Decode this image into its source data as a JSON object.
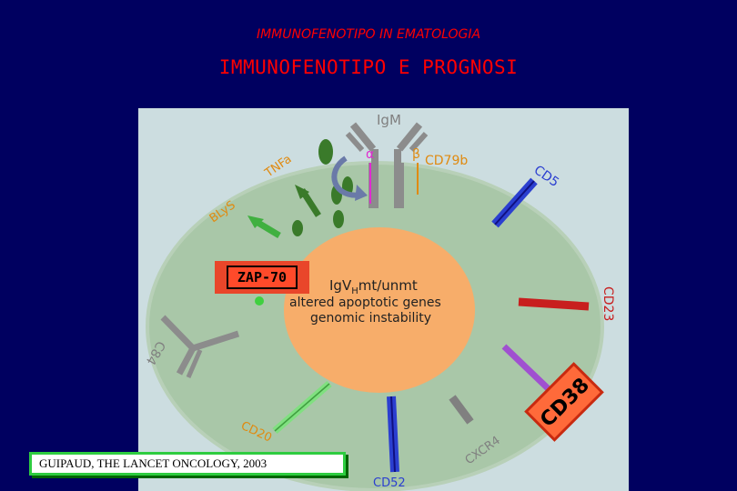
{
  "header": {
    "supertitle": "IMMUNOFENOTIPO IN EMATOLOGIA",
    "title": "IMMUNOFENOTIPO E PROGNOSI"
  },
  "diagram": {
    "labels": {
      "igm": "IgM",
      "alpha": "α",
      "beta": "β",
      "cd79b": "CD79b",
      "tnfa": "TNFa",
      "blys": "BLyS",
      "cd5": "CD5",
      "cd23": "CD23",
      "cd38": "CD38",
      "cxcr4": "CXCR4",
      "cd52": "CD52",
      "cd20": "CD20",
      "c84": "C84",
      "zap70": "ZAP-70"
    },
    "nucleus_text": {
      "line1_main": "IgV",
      "line1_sub": "H",
      "line1_rest": "mt/unmt",
      "line2": "altered apoptotic genes",
      "line3": "genomic instability"
    },
    "colors": {
      "background": "#000060",
      "title_red": "#ff0000",
      "panel": "#ccdde0",
      "cell": "#9fbf9f",
      "nucleus": "#f7ad6a",
      "cd5": "#2b3fd0",
      "cd23": "#c81e1e",
      "cd38": "#a050d0",
      "cxcr4": "#808080",
      "cd52": "#2b3fd0",
      "cd20": "#80e080",
      "tnfa": "#3a7a2a",
      "blys": "#40b040"
    }
  },
  "citation": {
    "text": "GUIPAUD, THE LANCET ONCOLOGY, 2003"
  }
}
